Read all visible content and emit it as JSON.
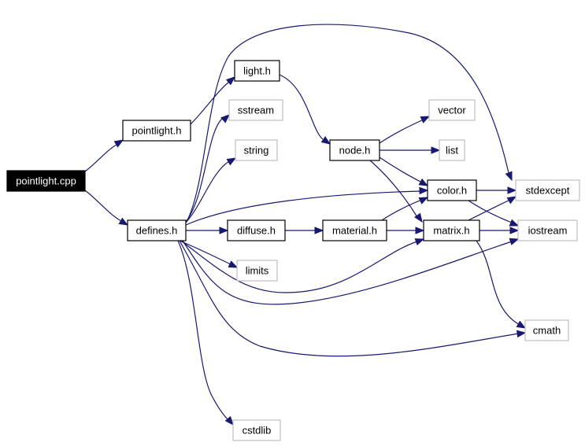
{
  "graph": {
    "colors": {
      "edge": "#191970",
      "root_fill": "#000000",
      "root_text": "#ffffff",
      "project_border": "#000000",
      "external_border": "#bfbfbf",
      "background": "#ffffff"
    },
    "nodes": [
      {
        "id": "pointlight_cpp",
        "label": "pointlight.cpp",
        "kind": "root"
      },
      {
        "id": "pointlight_h",
        "label": "pointlight.h",
        "kind": "project"
      },
      {
        "id": "light_h",
        "label": "light.h",
        "kind": "project"
      },
      {
        "id": "defines_h",
        "label": "defines.h",
        "kind": "project"
      },
      {
        "id": "sstream",
        "label": "sstream",
        "kind": "external"
      },
      {
        "id": "string",
        "label": "string",
        "kind": "external"
      },
      {
        "id": "diffuse_h",
        "label": "diffuse.h",
        "kind": "project"
      },
      {
        "id": "limits",
        "label": "limits",
        "kind": "external"
      },
      {
        "id": "cstdlib",
        "label": "cstdlib",
        "kind": "external"
      },
      {
        "id": "node_h",
        "label": "node.h",
        "kind": "project"
      },
      {
        "id": "material_h",
        "label": "material.h",
        "kind": "project"
      },
      {
        "id": "vector",
        "label": "vector",
        "kind": "external"
      },
      {
        "id": "list",
        "label": "list",
        "kind": "external"
      },
      {
        "id": "color_h",
        "label": "color.h",
        "kind": "project"
      },
      {
        "id": "matrix_h",
        "label": "matrix.h",
        "kind": "project"
      },
      {
        "id": "stdexcept",
        "label": "stdexcept",
        "kind": "external"
      },
      {
        "id": "iostream",
        "label": "iostream",
        "kind": "external"
      },
      {
        "id": "cmath",
        "label": "cmath",
        "kind": "external"
      }
    ],
    "edges": [
      {
        "from": "pointlight_cpp",
        "to": "pointlight_h"
      },
      {
        "from": "pointlight_cpp",
        "to": "defines_h"
      },
      {
        "from": "pointlight_h",
        "to": "light_h"
      },
      {
        "from": "light_h",
        "to": "node_h"
      },
      {
        "from": "defines_h",
        "to": "sstream"
      },
      {
        "from": "defines_h",
        "to": "string"
      },
      {
        "from": "defines_h",
        "to": "diffuse_h"
      },
      {
        "from": "defines_h",
        "to": "limits"
      },
      {
        "from": "defines_h",
        "to": "cstdlib"
      },
      {
        "from": "defines_h",
        "to": "color_h"
      },
      {
        "from": "defines_h",
        "to": "matrix_h"
      },
      {
        "from": "defines_h",
        "to": "iostream"
      },
      {
        "from": "defines_h",
        "to": "cmath"
      },
      {
        "from": "defines_h",
        "to": "stdexcept"
      },
      {
        "from": "diffuse_h",
        "to": "material_h"
      },
      {
        "from": "material_h",
        "to": "color_h"
      },
      {
        "from": "material_h",
        "to": "matrix_h"
      },
      {
        "from": "node_h",
        "to": "vector"
      },
      {
        "from": "node_h",
        "to": "list"
      },
      {
        "from": "node_h",
        "to": "color_h"
      },
      {
        "from": "node_h",
        "to": "matrix_h"
      },
      {
        "from": "color_h",
        "to": "stdexcept"
      },
      {
        "from": "color_h",
        "to": "iostream"
      },
      {
        "from": "matrix_h",
        "to": "stdexcept"
      },
      {
        "from": "matrix_h",
        "to": "iostream"
      },
      {
        "from": "matrix_h",
        "to": "cmath"
      }
    ]
  }
}
